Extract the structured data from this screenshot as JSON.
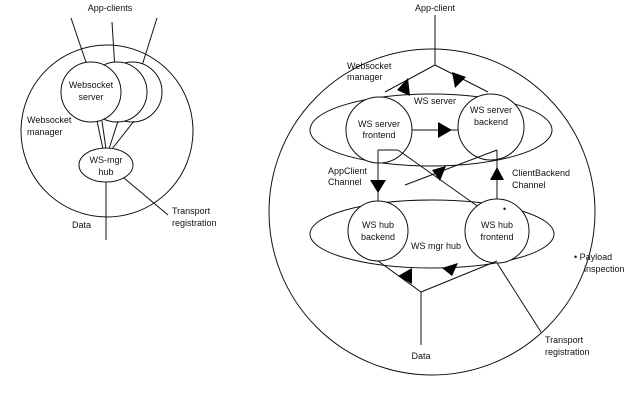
{
  "left_diagram": {
    "app_clients": "App-clients",
    "websocket_server": [
      "Websocket",
      "server"
    ],
    "websocket_manager": [
      "Websocket",
      "manager"
    ],
    "ws_mgr_hub": [
      "WS-mgr",
      "hub"
    ],
    "data": "Data",
    "transport_registration": [
      "Transport",
      "registration"
    ]
  },
  "right_diagram": {
    "app_client": "App-client",
    "websocket_manager": [
      "Websocket",
      "manager"
    ],
    "ws_server": "WS server",
    "ws_server_frontend": [
      "WS server",
      "frontend"
    ],
    "ws_server_backend": [
      "WS server",
      "backend"
    ],
    "appclient_channel": [
      "AppClient",
      "Channel"
    ],
    "clientbackend_channel": [
      "ClientBackend",
      "Channel"
    ],
    "ws_hub_backend": [
      "WS hub",
      "backend"
    ],
    "ws_hub_frontend": [
      "WS hub",
      "frontend"
    ],
    "ws_mgr_hub": "WS mgr hub",
    "bullet": "•",
    "payload_inspection": [
      "• Payload",
      "inspection"
    ],
    "data": "Data",
    "transport_registration": [
      "Transport",
      "registration"
    ]
  }
}
